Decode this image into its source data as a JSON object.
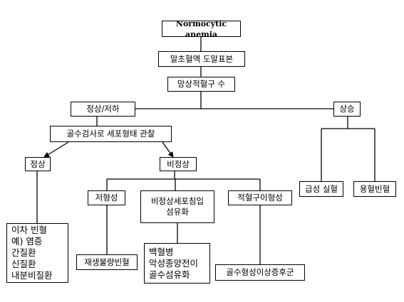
{
  "nodes": {
    "root": "Normocytic anemia",
    "smear": "말초혈액 도말표본",
    "retic": "망상적혈구 수",
    "normal_low": "정상/저하",
    "increased": "상승",
    "marrow_exam": "골수검사로 세포형태 관찰",
    "normal": "정상",
    "abnormal": "비정상",
    "acute_bleeding": "급성 실혈",
    "hemolytic": "용혈빈혈",
    "hypoplastic": "저형성",
    "abnormal_infiltration": "비정상세포침입\n섬유화",
    "erythroid_hyperplasia": "적혈구이형성",
    "secondary": "이차 빈혈\n예) 염증\n간질환\n신질환\n내분비질환",
    "aplastic": "재생불량빈혈",
    "infiltrative": "백혈병\n악성종양전이\n골수섬유화",
    "mds": "골수형성이상증후군"
  }
}
